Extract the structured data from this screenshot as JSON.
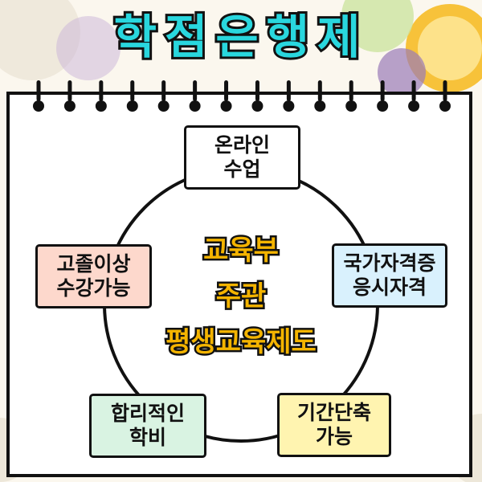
{
  "title": "학점은행제",
  "center": {
    "lines": [
      "교육부",
      "주관",
      "평생교육제도"
    ]
  },
  "nodes": [
    {
      "lines": [
        "온라인",
        "수업"
      ],
      "color": "#ffffff"
    },
    {
      "lines": [
        "국가자격증",
        "응시자격"
      ],
      "color": "#d9f1fd"
    },
    {
      "lines": [
        "기간단축",
        "가능"
      ],
      "color": "#fff4b0"
    },
    {
      "lines": [
        "합리적인",
        "학비"
      ],
      "color": "#d9f3e2"
    },
    {
      "lines": [
        "고졸이상",
        "수강가능"
      ],
      "color": "#fdd8cc"
    }
  ],
  "colors": {
    "title_fill": "#29d7de",
    "center_fill": "#f4b400"
  }
}
